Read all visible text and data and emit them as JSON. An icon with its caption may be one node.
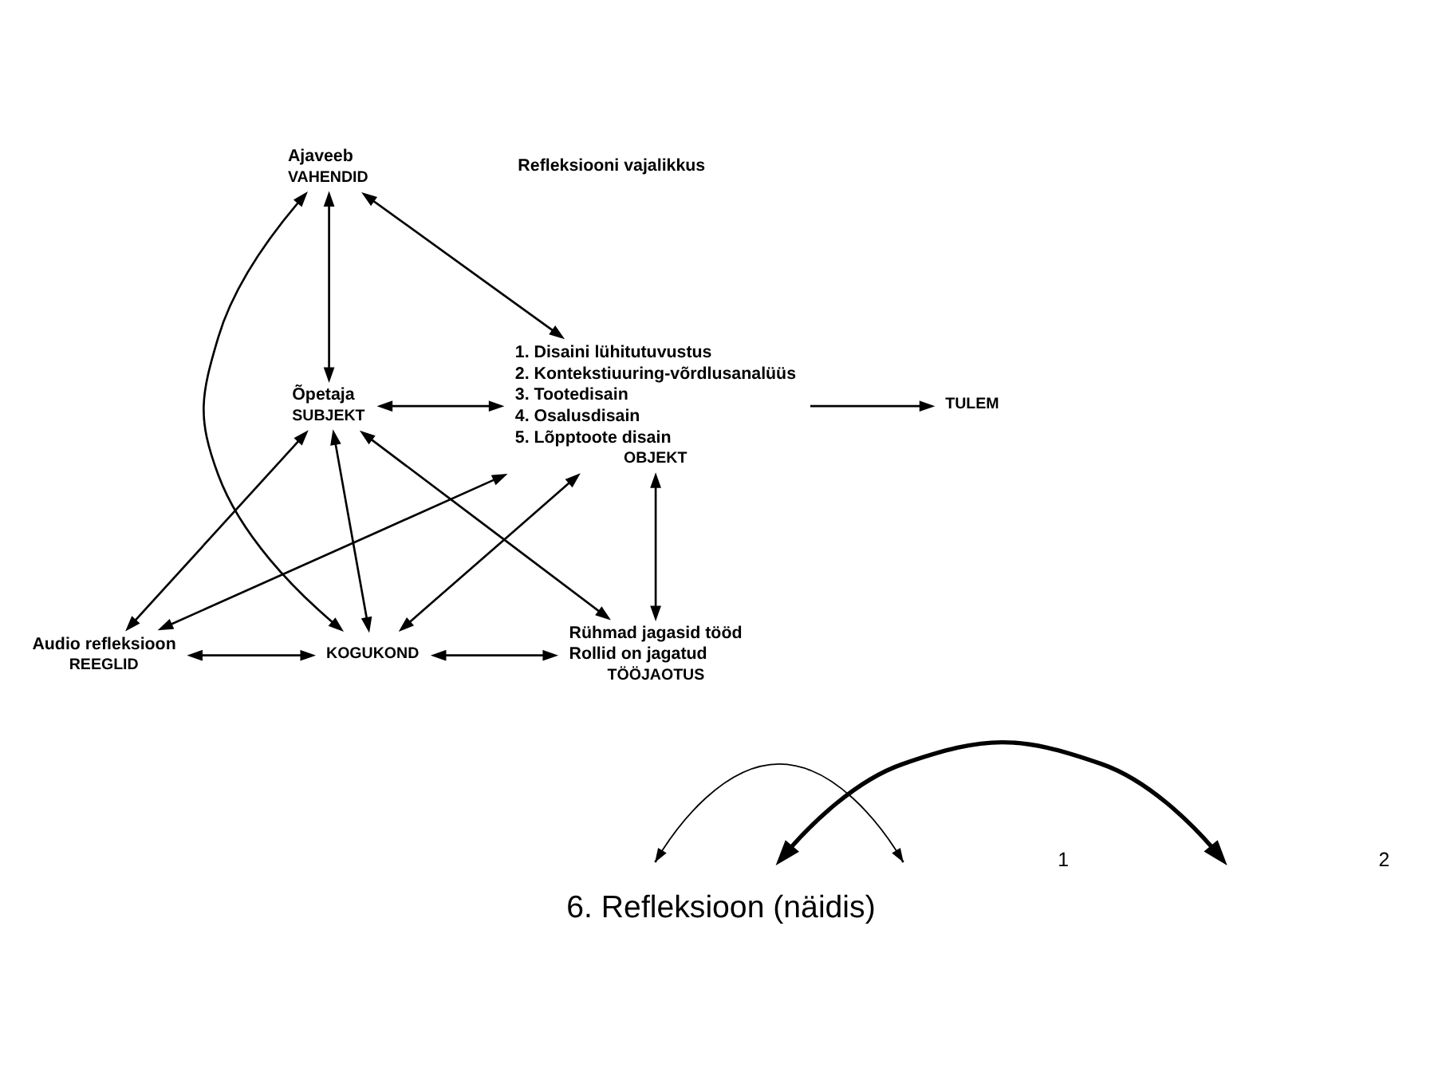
{
  "diagram": {
    "caption": "6. Refleksioon (näidis)",
    "nodes": [
      {
        "text": [
          "VAHENDID"
        ],
        "beside": [
          "Ajaveeb"
        ]
      },
      {
        "text": [
          "SUBJEKT"
        ],
        "beside": [
          "Õpetaja"
        ]
      },
      {
        "text": [
          "OBJEKT"
        ],
        "beside": [
          "1. Disaini lühitutuvustus",
          "2. Kontekstiuuring-võrdlusanalüüs",
          "3. Tootedisain",
          "4. Osalusdisain",
          "5. Lõpptoote disain"
        ]
      },
      {
        "text": [
          "TULEM"
        ]
      },
      {
        "text": [
          "REEGLID"
        ],
        "beside": [
          "Audio refleksioon"
        ]
      },
      {
        "text": [
          "KOGUKOND"
        ]
      },
      {
        "text": [
          "TÖÖJAOTUS"
        ],
        "beside": [
          "Rühmad jagasid tööd",
          "Rollid on jagatud"
        ]
      }
    ],
    "edges": [
      {
        "from": 0,
        "to": 1,
        "arrow": "both"
      },
      {
        "from": 0,
        "to": 2,
        "arrow": "both"
      },
      {
        "from": 0,
        "to": 5,
        "arrow": "both"
      },
      {
        "from": 1,
        "to": 2,
        "arrow": "both"
      },
      {
        "from": 2,
        "to": 3,
        "arrow": "to"
      },
      {
        "from": 1,
        "to": 4,
        "arrow": "both"
      },
      {
        "from": 1,
        "to": 5,
        "arrow": "both"
      },
      {
        "from": 1,
        "to": 6,
        "arrow": "both"
      },
      {
        "from": 2,
        "to": 4,
        "arrow": "both"
      },
      {
        "from": 2,
        "to": 5,
        "arrow": "both"
      },
      {
        "from": 2,
        "to": 6,
        "arrow": "both"
      },
      {
        "from": 4,
        "to": 5,
        "arrow": "both"
      },
      {
        "from": 5,
        "to": 6,
        "arrow": "both"
      }
    ],
    "labels": [
      "Refleksiooni vajalikkus"
    ],
    "legend": [
      {
        "text": "1"
      },
      {
        "text": "2"
      }
    ]
  }
}
